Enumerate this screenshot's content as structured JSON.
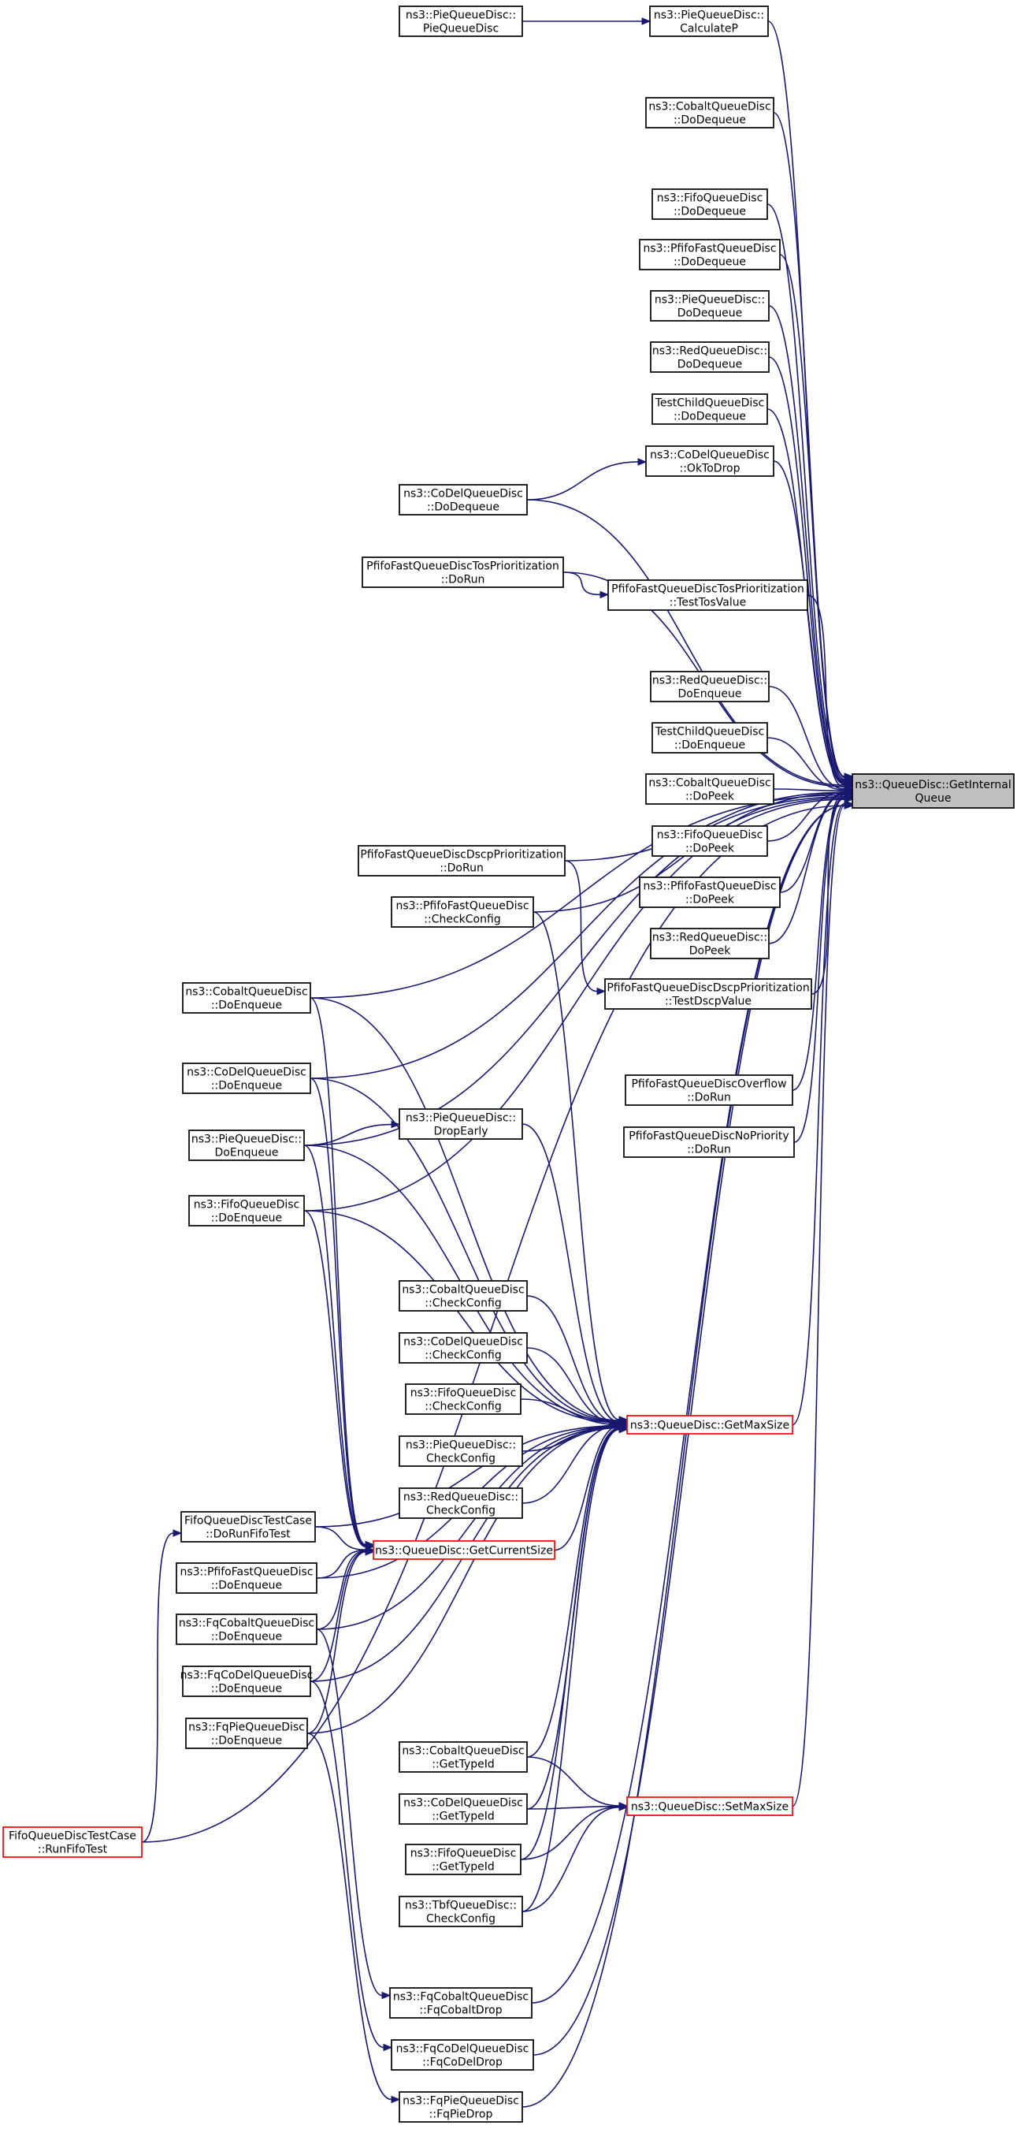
{
  "nodes": [
    {
      "id": "root",
      "lines": [
        "ns3::QueueDisc::GetInternal",
        "Queue"
      ],
      "style": "root"
    },
    {
      "id": "maxsize",
      "lines": [
        "ns3::QueueDisc::GetMaxSize"
      ],
      "style": "red"
    },
    {
      "id": "cursize",
      "lines": [
        "ns3::QueueDisc::GetCurrentSize"
      ],
      "style": "red"
    },
    {
      "id": "setmax",
      "lines": [
        "ns3::QueueDisc::SetMaxSize"
      ],
      "style": "red"
    },
    {
      "id": "pie_ctor",
      "lines": [
        "ns3::PieQueueDisc::",
        "PieQueueDisc"
      ]
    },
    {
      "id": "pie_calc",
      "lines": [
        "ns3::PieQueueDisc::",
        "CalculateP"
      ]
    },
    {
      "id": "cobalt_deq",
      "lines": [
        "ns3::CobaltQueueDisc",
        "::DoDequeue"
      ]
    },
    {
      "id": "fifo_deq",
      "lines": [
        "ns3::FifoQueueDisc",
        "::DoDequeue"
      ]
    },
    {
      "id": "pfifo_deq",
      "lines": [
        "ns3::PfifoFastQueueDisc",
        "::DoDequeue"
      ]
    },
    {
      "id": "pie_deq",
      "lines": [
        "ns3::PieQueueDisc::",
        "DoDequeue"
      ]
    },
    {
      "id": "red_deq",
      "lines": [
        "ns3::RedQueueDisc::",
        "DoDequeue"
      ]
    },
    {
      "id": "testchild_deq",
      "lines": [
        "TestChildQueueDisc",
        "::DoDequeue"
      ]
    },
    {
      "id": "codel_oktodrop",
      "lines": [
        "ns3::CoDelQueueDisc",
        "::OkToDrop"
      ]
    },
    {
      "id": "codel_deq",
      "lines": [
        "ns3::CoDelQueueDisc",
        "::DoDequeue"
      ]
    },
    {
      "id": "tos_dorun",
      "lines": [
        "PfifoFastQueueDiscTosPrioritization",
        "::DoRun"
      ]
    },
    {
      "id": "tos_test",
      "lines": [
        "PfifoFastQueueDiscTosPrioritization",
        "::TestTosValue"
      ]
    },
    {
      "id": "red_enq",
      "lines": [
        "ns3::RedQueueDisc::",
        "DoEnqueue"
      ]
    },
    {
      "id": "testchild_enq",
      "lines": [
        "TestChildQueueDisc",
        "::DoEnqueue"
      ]
    },
    {
      "id": "cobalt_peek",
      "lines": [
        "ns3::CobaltQueueDisc",
        "::DoPeek"
      ]
    },
    {
      "id": "fifo_peek",
      "lines": [
        "ns3::FifoQueueDisc",
        "::DoPeek"
      ]
    },
    {
      "id": "pfifo_peek",
      "lines": [
        "ns3::PfifoFastQueueDisc",
        "::DoPeek"
      ]
    },
    {
      "id": "red_peek",
      "lines": [
        "ns3::RedQueueDisc::",
        "DoPeek"
      ]
    },
    {
      "id": "dscp_dorun",
      "lines": [
        "PfifoFastQueueDiscDscpPrioritization",
        "::DoRun"
      ]
    },
    {
      "id": "pfifo_check",
      "lines": [
        "ns3::PfifoFastQueueDisc",
        "::CheckConfig"
      ]
    },
    {
      "id": "dscp_test",
      "lines": [
        "PfifoFastQueueDiscDscpPrioritization",
        "::TestDscpValue"
      ]
    },
    {
      "id": "overflow_dorun",
      "lines": [
        "PfifoFastQueueDiscOverflow",
        "::DoRun"
      ]
    },
    {
      "id": "nopriority_dorun",
      "lines": [
        "PfifoFastQueueDiscNoPriority",
        "::DoRun"
      ]
    },
    {
      "id": "cobalt_enq",
      "lines": [
        "ns3::CobaltQueueDisc",
        "::DoEnqueue"
      ]
    },
    {
      "id": "codel_enq",
      "lines": [
        "ns3::CoDelQueueDisc",
        "::DoEnqueue"
      ]
    },
    {
      "id": "pie_enq",
      "lines": [
        "ns3::PieQueueDisc::",
        "DoEnqueue"
      ]
    },
    {
      "id": "pie_dropearly",
      "lines": [
        "ns3::PieQueueDisc::",
        "DropEarly"
      ]
    },
    {
      "id": "fifo_enq",
      "lines": [
        "ns3::FifoQueueDisc",
        "::DoEnqueue"
      ]
    },
    {
      "id": "cobalt_check",
      "lines": [
        "ns3::CobaltQueueDisc",
        "::CheckConfig"
      ]
    },
    {
      "id": "codel_check",
      "lines": [
        "ns3::CoDelQueueDisc",
        "::CheckConfig"
      ]
    },
    {
      "id": "fifo_check",
      "lines": [
        "ns3::FifoQueueDisc",
        "::CheckConfig"
      ]
    },
    {
      "id": "pie_check",
      "lines": [
        "ns3::PieQueueDisc::",
        "CheckConfig"
      ]
    },
    {
      "id": "red_check",
      "lines": [
        "ns3::RedQueueDisc::",
        "CheckConfig"
      ]
    },
    {
      "id": "fifotest_dorun",
      "lines": [
        "FifoQueueDiscTestCase",
        "::DoRunFifoTest"
      ]
    },
    {
      "id": "pfifo_enq",
      "lines": [
        "ns3::PfifoFastQueueDisc",
        "::DoEnqueue"
      ]
    },
    {
      "id": "fqcobalt_enq",
      "lines": [
        "ns3::FqCobaltQueueDisc",
        "::DoEnqueue"
      ]
    },
    {
      "id": "fqcodel_enq",
      "lines": [
        "ns3::FqCoDelQueueDisc",
        "::DoEnqueue"
      ]
    },
    {
      "id": "fqpie_enq",
      "lines": [
        "ns3::FqPieQueueDisc",
        "::DoEnqueue"
      ]
    },
    {
      "id": "fifotest_run",
      "lines": [
        "FifoQueueDiscTestCase",
        "::RunFifoTest"
      ],
      "style": "red"
    },
    {
      "id": "cobalt_typeid",
      "lines": [
        "ns3::CobaltQueueDisc",
        "::GetTypeId"
      ]
    },
    {
      "id": "codel_typeid",
      "lines": [
        "ns3::CoDelQueueDisc",
        "::GetTypeId"
      ]
    },
    {
      "id": "fifo_typeid",
      "lines": [
        "ns3::FifoQueueDisc",
        "::GetTypeId"
      ]
    },
    {
      "id": "tbf_check",
      "lines": [
        "ns3::TbfQueueDisc::",
        "CheckConfig"
      ]
    },
    {
      "id": "fqcobalt_drop",
      "lines": [
        "ns3::FqCobaltQueueDisc",
        "::FqCobaltDrop"
      ]
    },
    {
      "id": "fqcodel_drop",
      "lines": [
        "ns3::FqCoDelQueueDisc",
        "::FqCoDelDrop"
      ]
    },
    {
      "id": "fqpie_drop",
      "lines": [
        "ns3::FqPieQueueDisc",
        "::FqPieDrop"
      ]
    }
  ],
  "edges": [
    [
      "pie_ctor",
      "pie_calc"
    ],
    [
      "codel_deq",
      "codel_oktodrop"
    ],
    [
      "tos_dorun",
      "tos_test"
    ],
    [
      "dscp_dorun",
      "dscp_test"
    ],
    [
      "pie_enq",
      "pie_dropearly"
    ],
    [
      "pie_calc",
      "root"
    ],
    [
      "cobalt_deq",
      "root"
    ],
    [
      "fifo_deq",
      "root"
    ],
    [
      "pfifo_deq",
      "root"
    ],
    [
      "pie_deq",
      "root"
    ],
    [
      "red_deq",
      "root"
    ],
    [
      "testchild_deq",
      "root"
    ],
    [
      "codel_oktodrop",
      "root"
    ],
    [
      "codel_deq",
      "root"
    ],
    [
      "tos_dorun",
      "root"
    ],
    [
      "tos_test",
      "root"
    ],
    [
      "red_enq",
      "root"
    ],
    [
      "testchild_enq",
      "root"
    ],
    [
      "cobalt_peek",
      "root"
    ],
    [
      "fifo_peek",
      "root"
    ],
    [
      "pfifo_peek",
      "root"
    ],
    [
      "red_peek",
      "root"
    ],
    [
      "dscp_dorun",
      "root"
    ],
    [
      "pfifo_check",
      "root"
    ],
    [
      "dscp_test",
      "root"
    ],
    [
      "overflow_dorun",
      "root"
    ],
    [
      "nopriority_dorun",
      "root"
    ],
    [
      "cobalt_enq",
      "root"
    ],
    [
      "codel_enq",
      "root"
    ],
    [
      "pie_enq",
      "root"
    ],
    [
      "fifo_enq",
      "root"
    ],
    [
      "maxsize",
      "root"
    ],
    [
      "setmax",
      "root"
    ],
    [
      "fqcobalt_drop",
      "root"
    ],
    [
      "fqcodel_drop",
      "root"
    ],
    [
      "fqpie_drop",
      "root"
    ],
    [
      "fifotest_run",
      "root"
    ],
    [
      "pfifo_check",
      "maxsize"
    ],
    [
      "cobalt_enq",
      "maxsize"
    ],
    [
      "codel_enq",
      "maxsize"
    ],
    [
      "pie_dropearly",
      "maxsize"
    ],
    [
      "pie_enq",
      "maxsize"
    ],
    [
      "fifo_enq",
      "maxsize"
    ],
    [
      "cobalt_check",
      "maxsize"
    ],
    [
      "codel_check",
      "maxsize"
    ],
    [
      "fifo_check",
      "maxsize"
    ],
    [
      "pie_check",
      "maxsize"
    ],
    [
      "red_check",
      "maxsize"
    ],
    [
      "fifotest_dorun",
      "maxsize"
    ],
    [
      "cursize",
      "maxsize"
    ],
    [
      "pfifo_enq",
      "maxsize"
    ],
    [
      "fqcobalt_enq",
      "maxsize"
    ],
    [
      "fqcodel_enq",
      "maxsize"
    ],
    [
      "fqpie_enq",
      "maxsize"
    ],
    [
      "cobalt_typeid",
      "maxsize"
    ],
    [
      "codel_typeid",
      "maxsize"
    ],
    [
      "fifo_typeid",
      "maxsize"
    ],
    [
      "tbf_check",
      "maxsize"
    ],
    [
      "cobalt_enq",
      "cursize"
    ],
    [
      "codel_enq",
      "cursize"
    ],
    [
      "pie_enq",
      "cursize"
    ],
    [
      "fifo_enq",
      "cursize"
    ],
    [
      "fifotest_dorun",
      "cursize"
    ],
    [
      "pfifo_enq",
      "cursize"
    ],
    [
      "fqcobalt_enq",
      "cursize"
    ],
    [
      "fqcodel_enq",
      "cursize"
    ],
    [
      "fqpie_enq",
      "cursize"
    ],
    [
      "cobalt_typeid",
      "setmax"
    ],
    [
      "codel_typeid",
      "setmax"
    ],
    [
      "fifo_typeid",
      "setmax"
    ],
    [
      "tbf_check",
      "setmax"
    ],
    [
      "fifotest_run",
      "fifotest_dorun"
    ],
    [
      "fqcobalt_enq",
      "fqcobalt_drop"
    ],
    [
      "fqcodel_enq",
      "fqcodel_drop"
    ],
    [
      "fqpie_enq",
      "fqpie_drop"
    ]
  ]
}
